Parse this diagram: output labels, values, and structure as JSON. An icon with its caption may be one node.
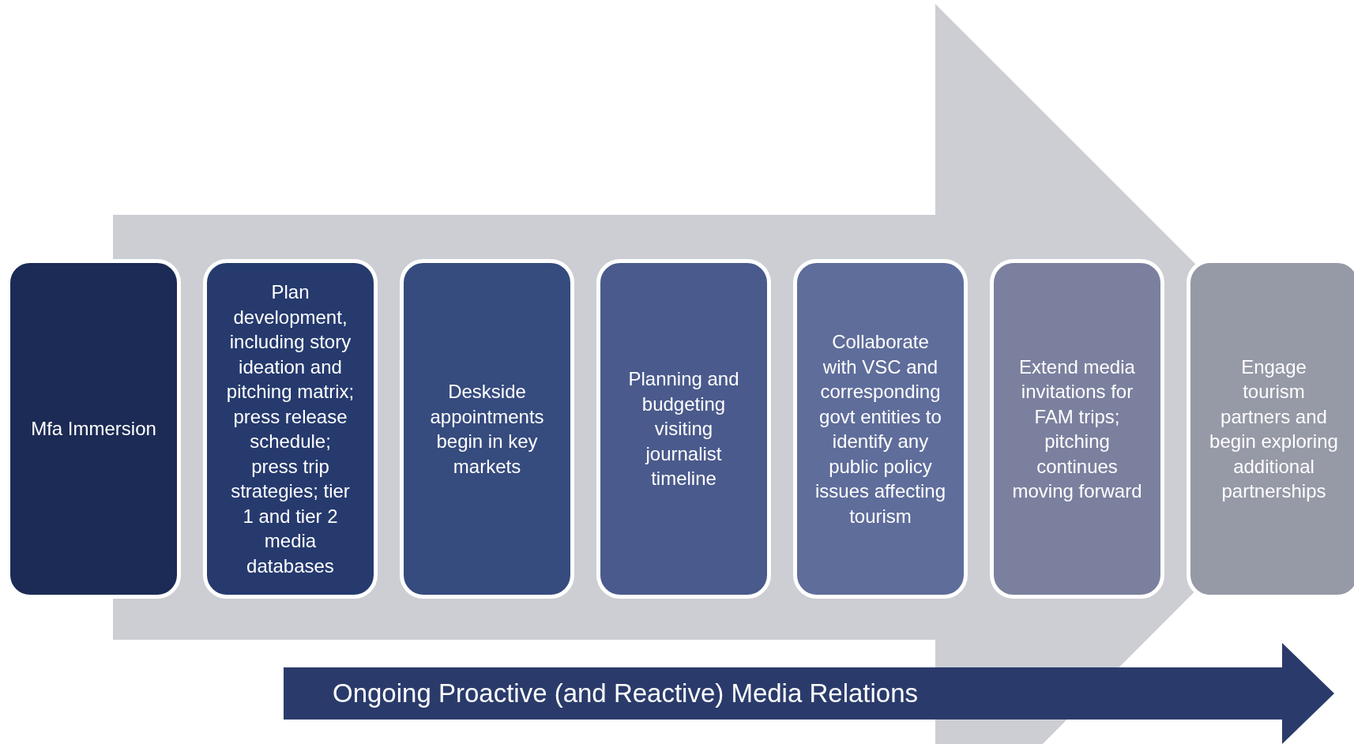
{
  "diagram": {
    "nodes": [
      {
        "text": [
          "Mfa Immersion"
        ]
      },
      {
        "text": [
          "Plan development, including story ideation and pitching matrix; press release schedule; press trip strategies; tier 1 and tier 2 media databases"
        ]
      },
      {
        "text": [
          "Deskside appointments begin in key markets"
        ]
      },
      {
        "text": [
          "Planning and budgeting visiting journalist timeline"
        ]
      },
      {
        "text": [
          "Collaborate with VSC and corresponding govt entities to identify any public policy issues affecting tourism"
        ]
      },
      {
        "text": [
          "Extend media invitations for FAM trips; pitching continues moving forward"
        ]
      },
      {
        "text": [
          "Engage tourism partners and begin exploring additional partnerships"
        ]
      },
      {
        "text": [
          "Ongoing Proactive (and Reactive) Media Relations"
        ]
      }
    ],
    "edges": [
      {
        "from": 0,
        "to": 6,
        "arrow": "to",
        "style": "thick"
      }
    ]
  }
}
